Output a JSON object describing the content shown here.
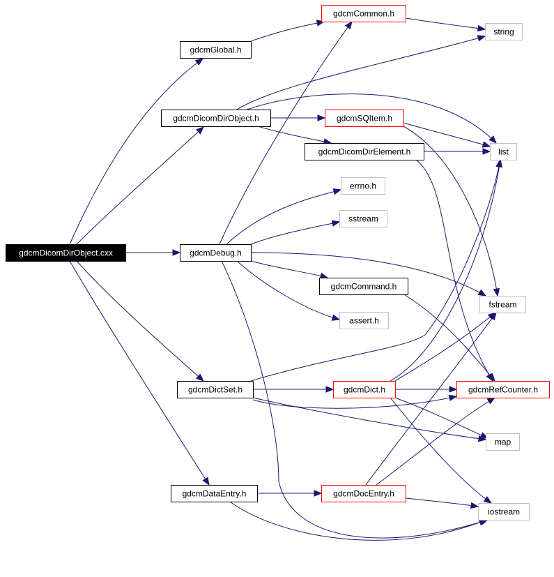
{
  "colors": {
    "edge": "#191970",
    "root_fill": "#000000",
    "root_text": "#ffffff",
    "documented_border": "#000000",
    "truncated_border": "#ff0000",
    "external_border": "#bfbfbf",
    "node_fill": "#ffffff",
    "node_text": "#000000"
  },
  "nodes": [
    {
      "id": "root",
      "label": "gdcmDicomDirObject.cxx",
      "kind": "root"
    },
    {
      "id": "global",
      "label": "gdcmGlobal.h",
      "kind": "documented"
    },
    {
      "id": "common",
      "label": "gdcmCommon.h",
      "kind": "truncated"
    },
    {
      "id": "string",
      "label": "string",
      "kind": "external"
    },
    {
      "id": "dirobject",
      "label": "gdcmDicomDirObject.h",
      "kind": "documented"
    },
    {
      "id": "sqitem",
      "label": "gdcmSQItem.h",
      "kind": "truncated"
    },
    {
      "id": "direlement",
      "label": "gdcmDicomDirElement.h",
      "kind": "documented"
    },
    {
      "id": "list",
      "label": "list",
      "kind": "external"
    },
    {
      "id": "errno",
      "label": "errno.h",
      "kind": "external"
    },
    {
      "id": "sstream",
      "label": "sstream",
      "kind": "external"
    },
    {
      "id": "debug",
      "label": "gdcmDebug.h",
      "kind": "documented"
    },
    {
      "id": "command",
      "label": "gdcmCommand.h",
      "kind": "documented"
    },
    {
      "id": "fstream",
      "label": "fstream",
      "kind": "external"
    },
    {
      "id": "assert",
      "label": "assert.h",
      "kind": "external"
    },
    {
      "id": "dictset",
      "label": "gdcmDictSet.h",
      "kind": "documented"
    },
    {
      "id": "dict",
      "label": "gdcmDict.h",
      "kind": "truncated"
    },
    {
      "id": "refcounter",
      "label": "gdcmRefCounter.h",
      "kind": "truncated"
    },
    {
      "id": "map",
      "label": "map",
      "kind": "external"
    },
    {
      "id": "dataentry",
      "label": "gdcmDataEntry.h",
      "kind": "documented"
    },
    {
      "id": "docentry",
      "label": "gdcmDocEntry.h",
      "kind": "truncated"
    },
    {
      "id": "iostream",
      "label": "iostream",
      "kind": "external"
    }
  ],
  "edges": [
    {
      "from": "root",
      "to": "global"
    },
    {
      "from": "root",
      "to": "dirobject"
    },
    {
      "from": "root",
      "to": "debug"
    },
    {
      "from": "root",
      "to": "dictset"
    },
    {
      "from": "root",
      "to": "dataentry"
    },
    {
      "from": "global",
      "to": "common"
    },
    {
      "from": "common",
      "to": "string"
    },
    {
      "from": "dirobject",
      "to": "string"
    },
    {
      "from": "dirobject",
      "to": "sqitem"
    },
    {
      "from": "dirobject",
      "to": "direlement"
    },
    {
      "from": "dirobject",
      "to": "list"
    },
    {
      "from": "sqitem",
      "to": "list"
    },
    {
      "from": "sqitem",
      "to": "fstream"
    },
    {
      "from": "direlement",
      "to": "list"
    },
    {
      "from": "direlement",
      "to": "refcounter"
    },
    {
      "from": "debug",
      "to": "common"
    },
    {
      "from": "debug",
      "to": "errno"
    },
    {
      "from": "debug",
      "to": "sstream"
    },
    {
      "from": "debug",
      "to": "command"
    },
    {
      "from": "debug",
      "to": "fstream"
    },
    {
      "from": "debug",
      "to": "assert"
    },
    {
      "from": "debug",
      "to": "iostream"
    },
    {
      "from": "command",
      "to": "refcounter"
    },
    {
      "from": "dictset",
      "to": "list"
    },
    {
      "from": "dictset",
      "to": "dict"
    },
    {
      "from": "dictset",
      "to": "refcounter"
    },
    {
      "from": "dictset",
      "to": "map"
    },
    {
      "from": "dict",
      "to": "list"
    },
    {
      "from": "dict",
      "to": "fstream"
    },
    {
      "from": "dict",
      "to": "refcounter"
    },
    {
      "from": "dict",
      "to": "map"
    },
    {
      "from": "dict",
      "to": "iostream"
    },
    {
      "from": "dataentry",
      "to": "docentry"
    },
    {
      "from": "dataentry",
      "to": "iostream"
    },
    {
      "from": "docentry",
      "to": "fstream"
    },
    {
      "from": "docentry",
      "to": "refcounter"
    },
    {
      "from": "docentry",
      "to": "iostream"
    }
  ]
}
